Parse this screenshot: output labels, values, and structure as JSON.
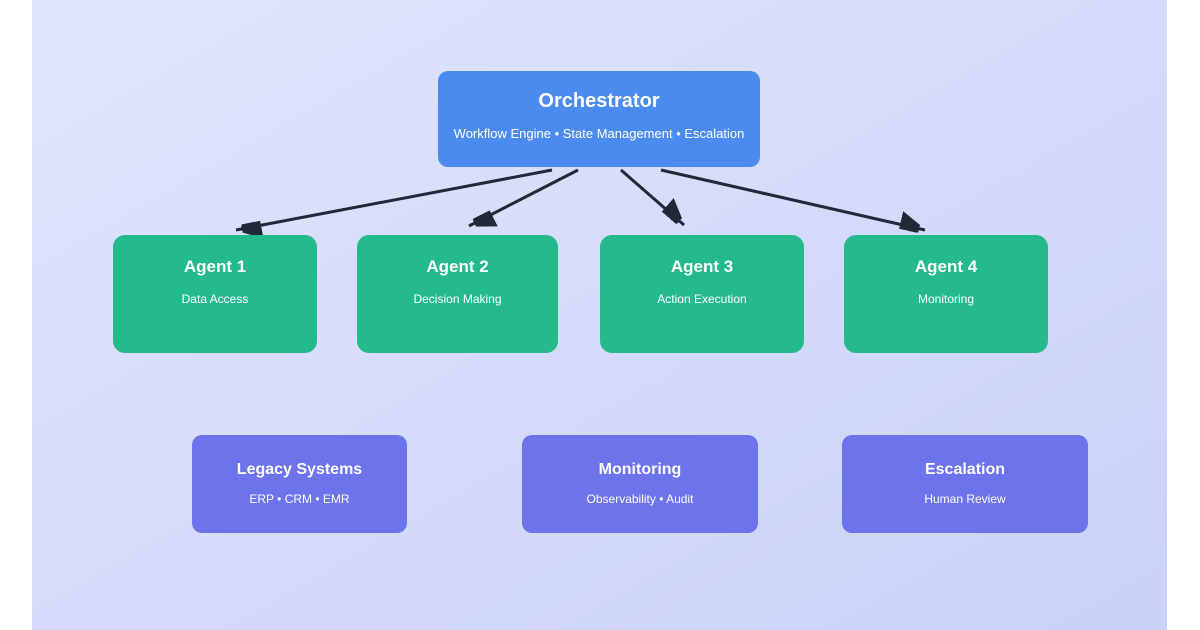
{
  "palette": {
    "page_background": "#ffffff",
    "canvas_gradient_start": "#e1e6fc",
    "canvas_gradient_end": "#c9d2f7",
    "orchestrator_fill": "#4b8bef",
    "agent_fill": "#25ba8c",
    "system_fill": "#6c73eb",
    "arrow_color": "#1f2937",
    "node_text_color": "#ffffff"
  },
  "diagram": {
    "orchestrator": {
      "title": "Orchestrator",
      "subtitle": "Workflow Engine • State Management • Escalation"
    },
    "agents": [
      {
        "title": "Agent 1",
        "subtitle": "Data Access"
      },
      {
        "title": "Agent 2",
        "subtitle": "Decision Making"
      },
      {
        "title": "Agent 3",
        "subtitle": "Action Execution"
      },
      {
        "title": "Agent 4",
        "subtitle": "Monitoring"
      }
    ],
    "systems": [
      {
        "title": "Legacy Systems",
        "subtitle": "ERP • CRM • EMR"
      },
      {
        "title": "Monitoring",
        "subtitle": "Observability • Audit"
      },
      {
        "title": "Escalation",
        "subtitle": "Human Review"
      }
    ]
  }
}
